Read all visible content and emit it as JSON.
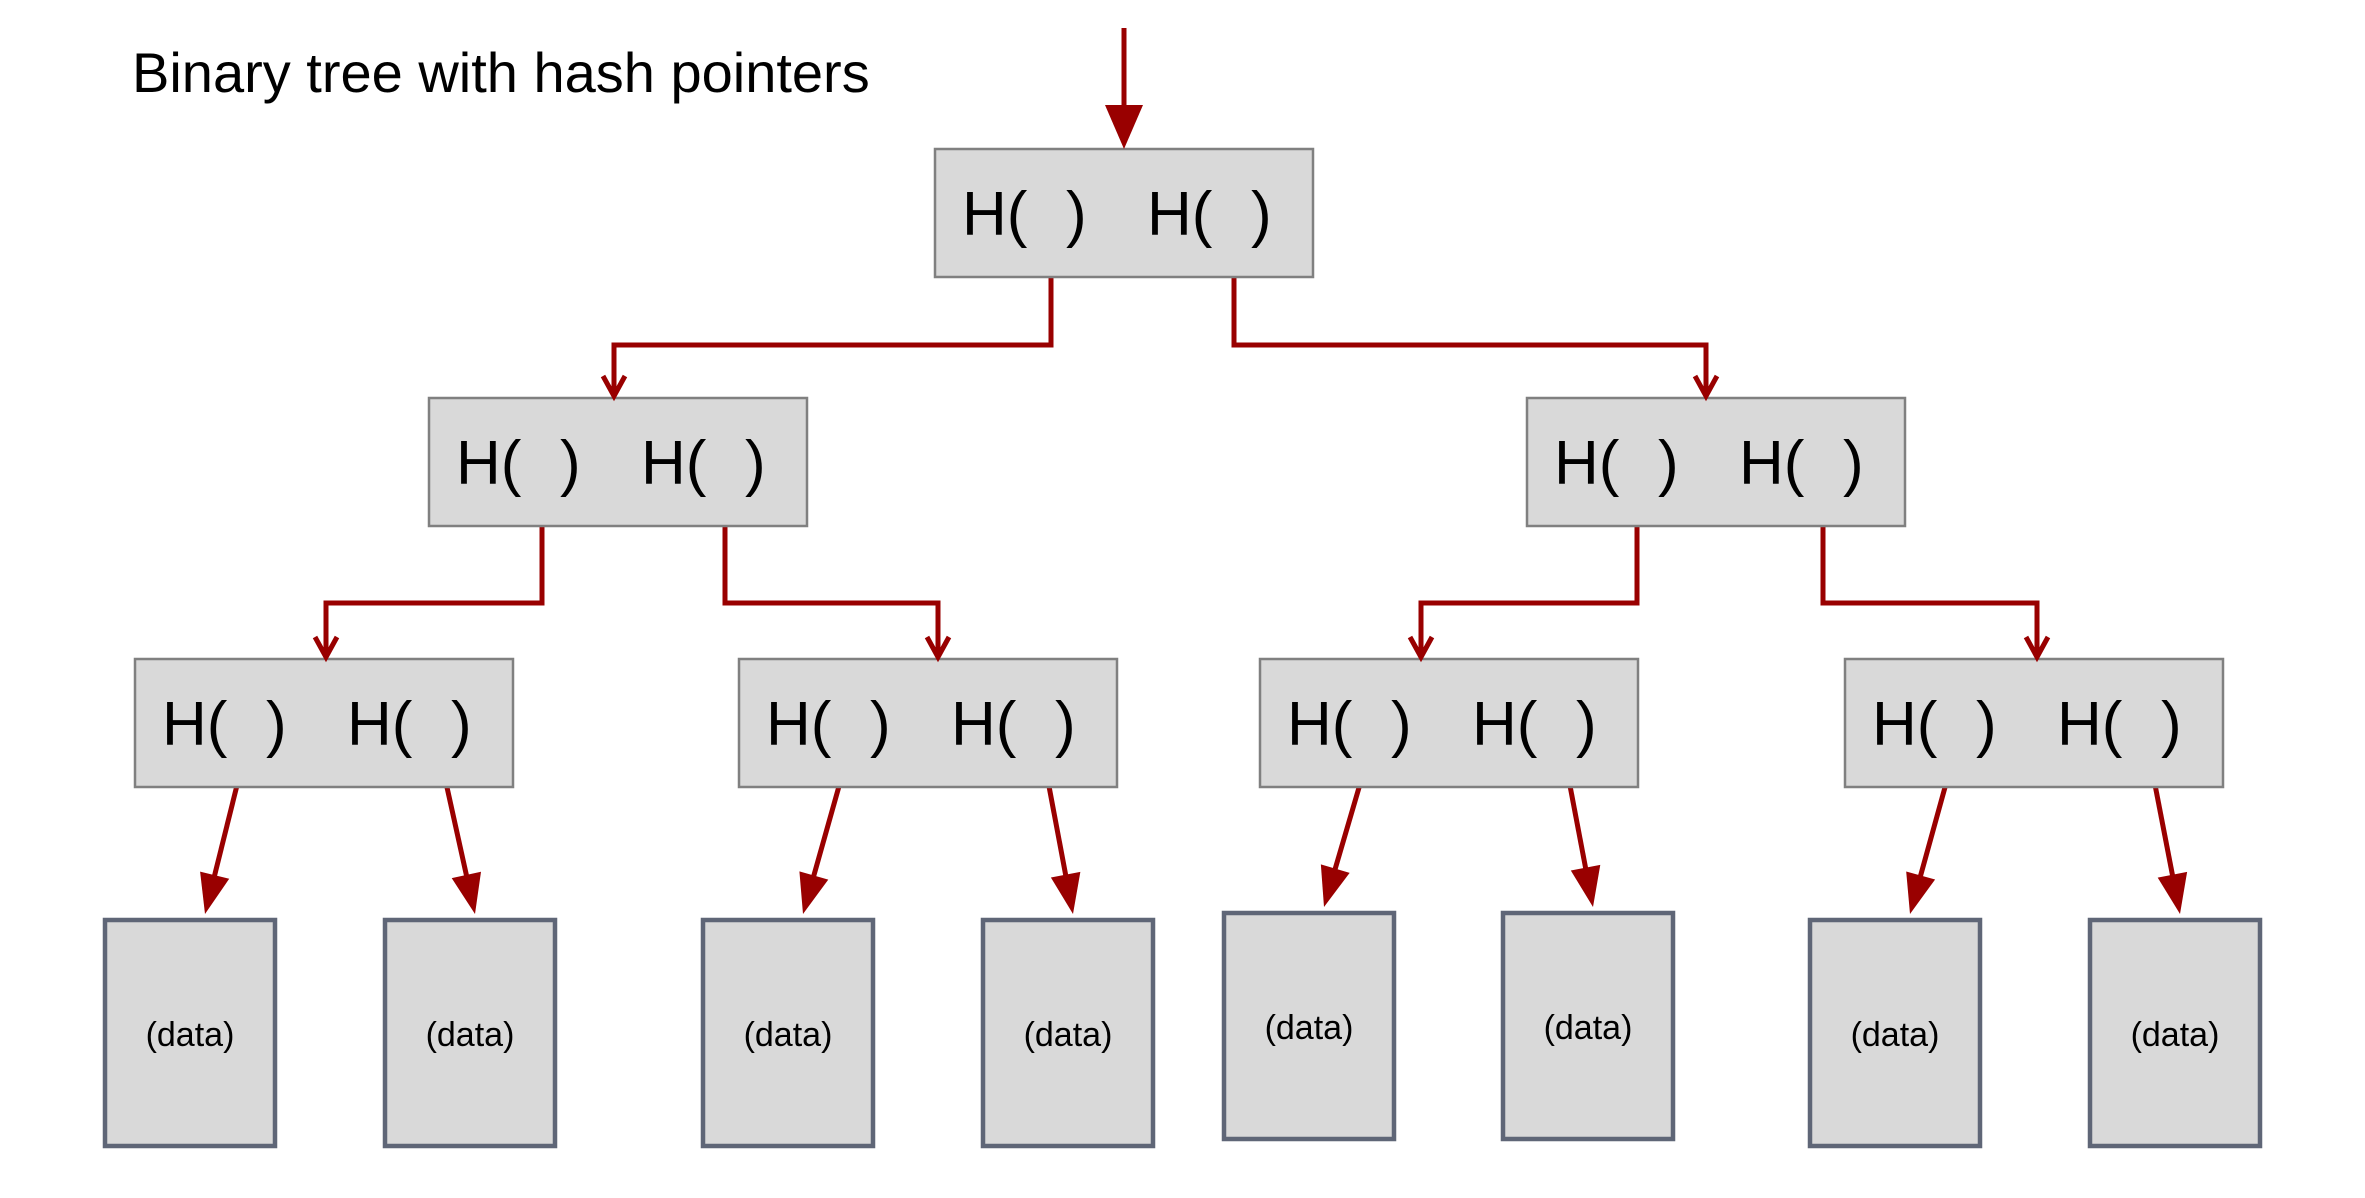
{
  "title": "Binary tree with hash pointers",
  "hash_label": "H(",
  "hash_close": ")",
  "data_label": "(data)",
  "colors": {
    "pointer": "#990000",
    "node_fill": "#d9d9d9",
    "node_border": "#808080",
    "data_border": "#5f6677"
  },
  "tree": {
    "levels": 3,
    "internal_nodes": 7,
    "data_blocks": 8,
    "hash_pointers_per_node": 2
  }
}
